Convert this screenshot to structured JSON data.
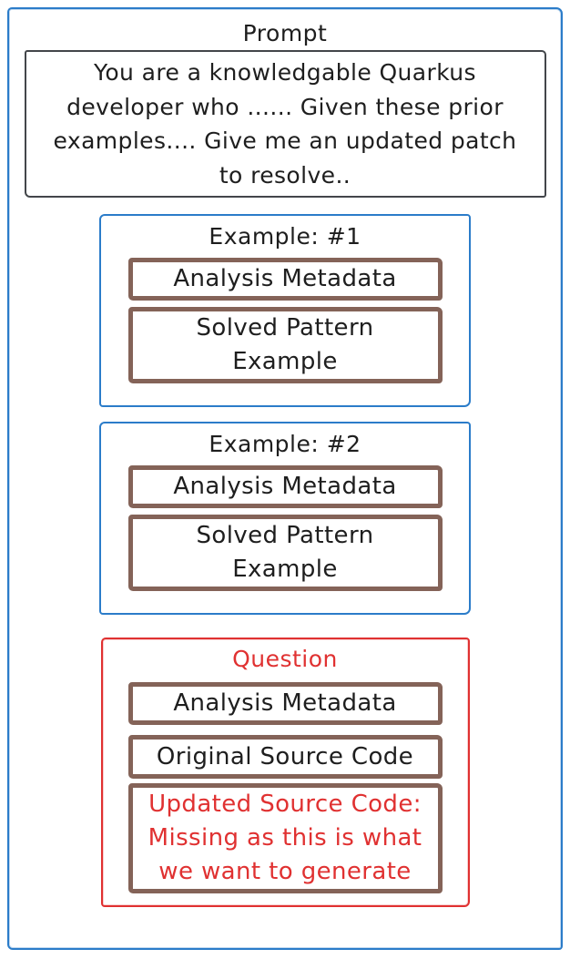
{
  "diagram": {
    "title": "Prompt",
    "system_text": "You are a knowledgable Quarkus\ndeveloper who ...... Given these prior\nexamples.... Give me an updated patch\nto resolve..",
    "examples": [
      {
        "title": "Example: #1",
        "boxes": [
          "Analysis Metadata",
          "Solved Pattern\nExample"
        ]
      },
      {
        "title": "Example: #2",
        "boxes": [
          "Analysis Metadata",
          "Solved Pattern\nExample"
        ]
      }
    ],
    "question": {
      "title": "Question",
      "boxes": [
        {
          "text": "Analysis Metadata",
          "color": "black"
        },
        {
          "text": "Original Source Code",
          "color": "black"
        },
        {
          "text": "Updated Source Code:\nMissing as this is what\nwe want to generate",
          "color": "red"
        }
      ]
    },
    "palette": {
      "frame_blue": "#2b7cc9",
      "box_brown": "#846358",
      "accent_red": "#e03131",
      "ink_black": "#1e1e1e",
      "system_box_border": "#43464a"
    }
  }
}
